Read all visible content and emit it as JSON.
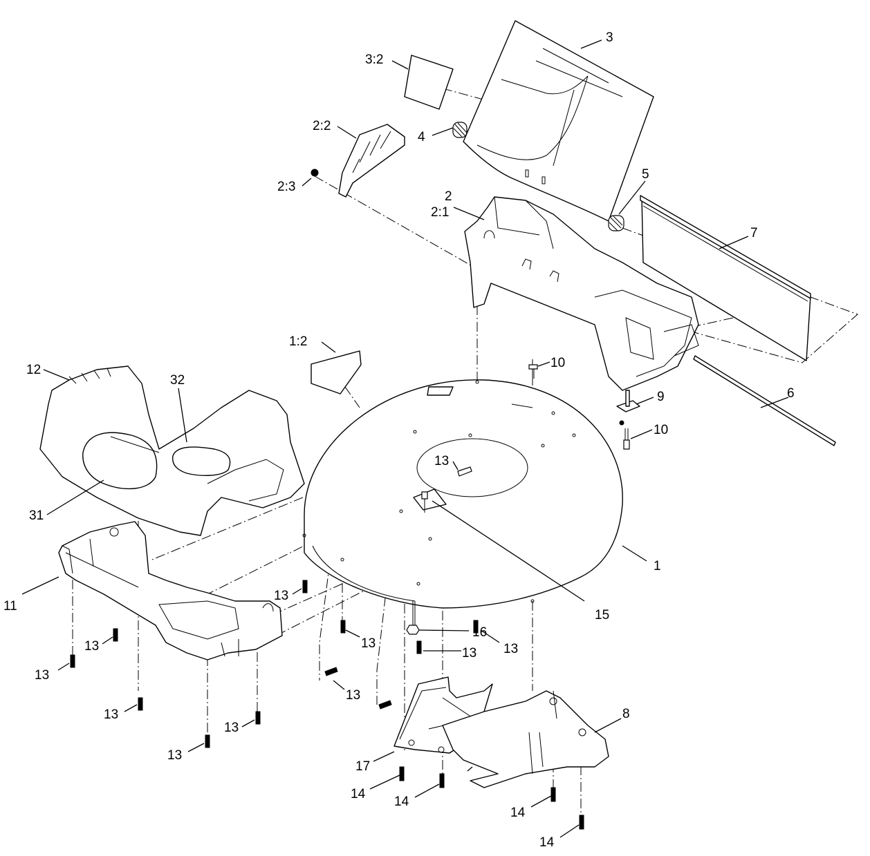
{
  "callouts": {
    "c1": "1",
    "c1_2": "1:2",
    "c2": "2",
    "c2_1": "2:1",
    "c2_2": "2:2",
    "c2_3": "2:3",
    "c3": "3",
    "c3_2": "3:2",
    "c4": "4",
    "c5": "5",
    "c6": "6",
    "c7": "7",
    "c8": "8",
    "c9": "9",
    "c10a": "10",
    "c10b": "10",
    "c11": "11",
    "c12": "12",
    "c13_center": "13",
    "c13_a": "13",
    "c13_b": "13",
    "c13_c": "13",
    "c13_d": "13",
    "c13_e": "13",
    "c13_f": "13",
    "c13_g": "13",
    "c13_h": "13",
    "c13_i": "13",
    "c13_j": "13",
    "c14_a": "14",
    "c14_b": "14",
    "c14_c": "14",
    "c14_d": "14",
    "c15": "15",
    "c16": "16",
    "c17": "17",
    "c31": "31",
    "c32": "32"
  }
}
